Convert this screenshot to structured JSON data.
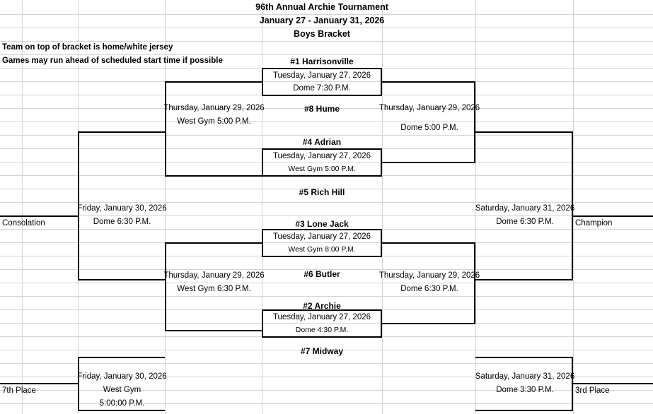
{
  "header": {
    "title": "96th Annual Archie Tournament",
    "dates": "January 27 - January 31, 2026",
    "bracket_name": "Boys Bracket"
  },
  "notes": [
    "Team on top of bracket is home/white jersey",
    "Games may run ahead of scheduled start time if possible"
  ],
  "labels": {
    "consolation": "Consolation",
    "champion": "Champion",
    "seventh_place": "7th Place",
    "third_place": "3rd Place"
  },
  "teams": {
    "seed1": "#1 Harrisonville",
    "seed8": "#8 Hume",
    "seed4": "#4 Adrian",
    "seed5": "#5 Rich Hill",
    "seed3": "#3 Lone Jack",
    "seed6": "#6 Butler",
    "seed2": "#2 Archie",
    "seed7": "#7 Midway"
  },
  "games": {
    "r1g1": {
      "date": "Tuesday, January 27, 2026",
      "location": "Dome 7:30 P.M."
    },
    "r1g2": {
      "date": "Tuesday, January 27, 2026",
      "location": "West Gym 5:00 P.M."
    },
    "r1g3": {
      "date": "Tuesday, January 27, 2026",
      "location": "West Gym 8:00 P.M."
    },
    "r1g4": {
      "date": "Tuesday, January 27, 2026",
      "location": "Dome 4:30 P.M."
    },
    "semi_top": {
      "date": "Thursday, January 29, 2026",
      "location": "Dome 5:00 P.M."
    },
    "semi_bottom": {
      "date": "Thursday, January 29, 2026",
      "location": "Dome 6:30 P.M."
    },
    "cons_top": {
      "date": "Thursday, January 29, 2026",
      "location": "West Gym 5:00 P.M."
    },
    "cons_bottom": {
      "date": "Thursday, January 29, 2026",
      "location": "West Gym 6:30 P.M."
    },
    "consolation_final": {
      "date": "Friday, January 30, 2026",
      "location": "Dome 6:30 P.M."
    },
    "seventh_place_game": {
      "date": "Friday, January 30, 2026",
      "location": "West Gym",
      "time": "5:00:00 P.M."
    },
    "championship": {
      "date": "Saturday, January 31, 2026",
      "location": "Dome 6:30 P.M."
    },
    "third_place_game": {
      "date": "Saturday, January 31, 2026",
      "location": "Dome 3:30 P.M."
    }
  },
  "colors": {
    "gridline": "#d4d4d4",
    "bracket_line": "#000000",
    "text": "#000000",
    "background": "#ffffff"
  }
}
